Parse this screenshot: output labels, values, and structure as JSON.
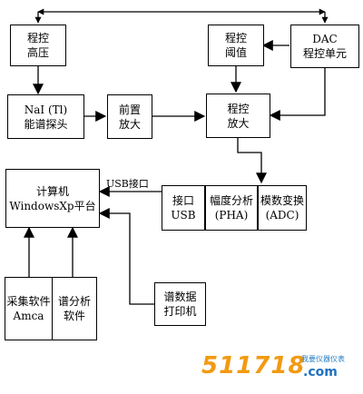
{
  "blocks": {
    "hv": {
      "line1": "程控",
      "line2": "高压"
    },
    "threshold": {
      "line1": "程控",
      "line2": "阈值"
    },
    "dac": {
      "line1": "DAC",
      "line2": "程控单元"
    },
    "detector": {
      "line1": "NaI (Tl)",
      "line2": "能谱探头"
    },
    "preamp": {
      "line1": "前置",
      "line2": "放大"
    },
    "amp": {
      "line1": "程控",
      "line2": "放大"
    },
    "computer": {
      "line1": "计算机",
      "line2": "WindowsXp平台"
    },
    "usb": {
      "line1": "接口",
      "line2": "USB"
    },
    "pha": {
      "line1": "幅度分析",
      "line2": "(PHA)"
    },
    "adc": {
      "line1": "模数变换",
      "line2": "(ADC)"
    },
    "acq": {
      "line1": "采集软件",
      "line2": "Amca"
    },
    "spec": {
      "line1": "谱分析",
      "line2": "软件"
    },
    "printer": {
      "line1": "谱数据",
      "line2": "打印机"
    }
  },
  "labels": {
    "usb_port": "USB接口"
  },
  "watermark": {
    "number": "511718",
    "dotcom": ".com",
    "tagline": "我要仪器仪表"
  },
  "colors": {
    "line": "#000000",
    "watermark_orange": "#f29a12",
    "watermark_blue": "#1e70c0"
  }
}
